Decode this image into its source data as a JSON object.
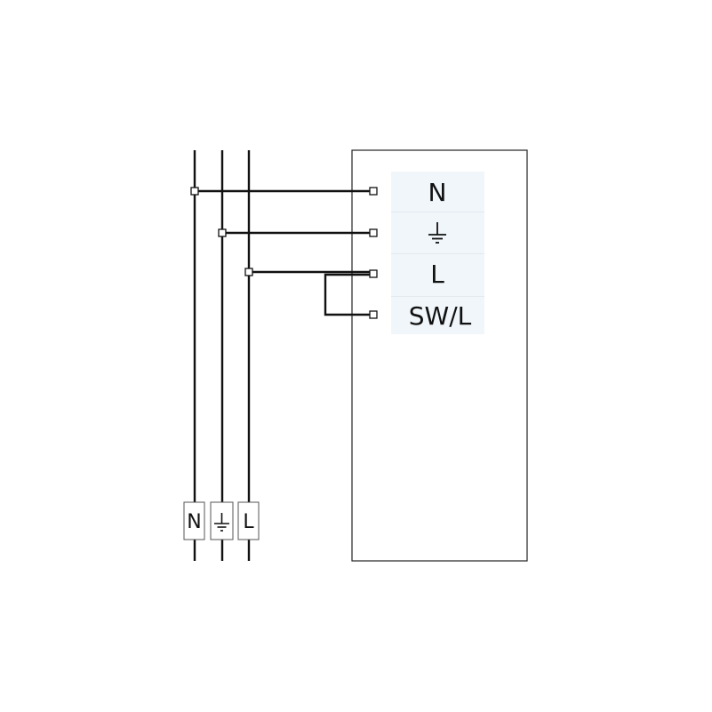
{
  "device": {
    "terminals": [
      {
        "label": "N",
        "kind": "text"
      },
      {
        "label": "",
        "kind": "ground-symbol"
      },
      {
        "label": "L",
        "kind": "text"
      },
      {
        "label": "SW/L",
        "kind": "text"
      }
    ],
    "terminal_panel_color": "#f1f6fa"
  },
  "bus": {
    "tags": [
      {
        "label": "N",
        "kind": "text"
      },
      {
        "label": "",
        "kind": "ground-symbol"
      },
      {
        "label": "L",
        "kind": "text"
      }
    ]
  },
  "colors": {
    "wire": "#111111",
    "outline": "#222222",
    "background": "#ffffff"
  }
}
